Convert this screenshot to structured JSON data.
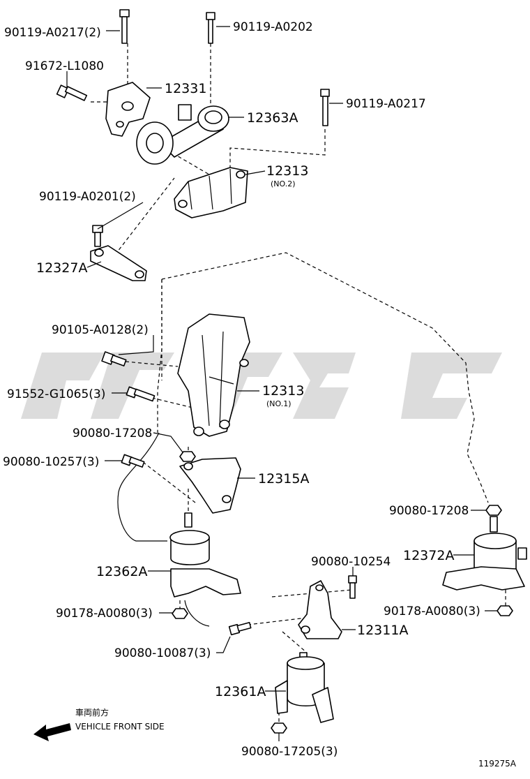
{
  "labels": {
    "p_90119_A0217_2": "90119-A0217(2)",
    "p_90119_A0202": "90119-A0202",
    "p_91672_L1080": "91672-L1080",
    "p_12331": "12331",
    "p_12363A": "12363A",
    "p_90119_A0217": "90119-A0217",
    "p_12313_no2": "12313",
    "p_no2": "(NO.2)",
    "p_90119_A0201_2": "90119-A0201(2)",
    "p_12327A": "12327A",
    "p_90105_A0128_2": "90105-A0128(2)",
    "p_91552_G1065_3": "91552-G1065(3)",
    "p_12313_no1": "12313",
    "p_no1": "(NO.1)",
    "p_90080_17208_a": "90080-17208",
    "p_90080_10257_3": "90080-10257(3)",
    "p_12315A": "12315A",
    "p_90080_17208_b": "90080-17208",
    "p_12372A": "12372A",
    "p_12362A": "12362A",
    "p_90080_10254": "90080-10254",
    "p_90178_A0080_3_a": "90178-A0080(3)",
    "p_90178_A0080_3_b": "90178-A0080(3)",
    "p_12311A": "12311A",
    "p_90080_10087_3": "90080-10087(3)",
    "p_12361A": "12361A",
    "p_90080_17205_3": "90080-17205(3)"
  },
  "direction": {
    "jp": "車両前方",
    "en": "VEHICLE FRONT SIDE"
  },
  "figure_id": "119275A",
  "icons": [
    "bolt-icon",
    "nut-icon",
    "engine-mount-icon",
    "bracket-icon",
    "front-arrow-icon"
  ]
}
